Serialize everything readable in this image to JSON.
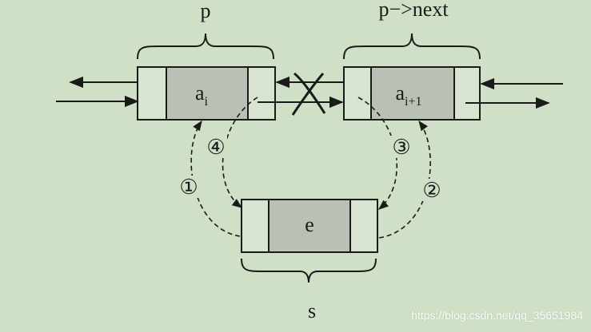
{
  "labels": {
    "p": "p",
    "p_next": "p−>next",
    "s": "s"
  },
  "nodes": {
    "ai": {
      "base": "a",
      "subscript": "i"
    },
    "ai1": {
      "base": "a",
      "subscript": "i+1"
    },
    "e": {
      "label": "e"
    }
  },
  "steps": {
    "one": "①",
    "two": "②",
    "three": "③",
    "four": "④"
  },
  "watermark": "https://blog.csdn.net/qq_35651984",
  "colors": {
    "background": "#cfe0c6",
    "node_fill": "#d8e3d0",
    "data_fill": "#b9c1b4",
    "stroke": "#1a1a1a"
  }
}
